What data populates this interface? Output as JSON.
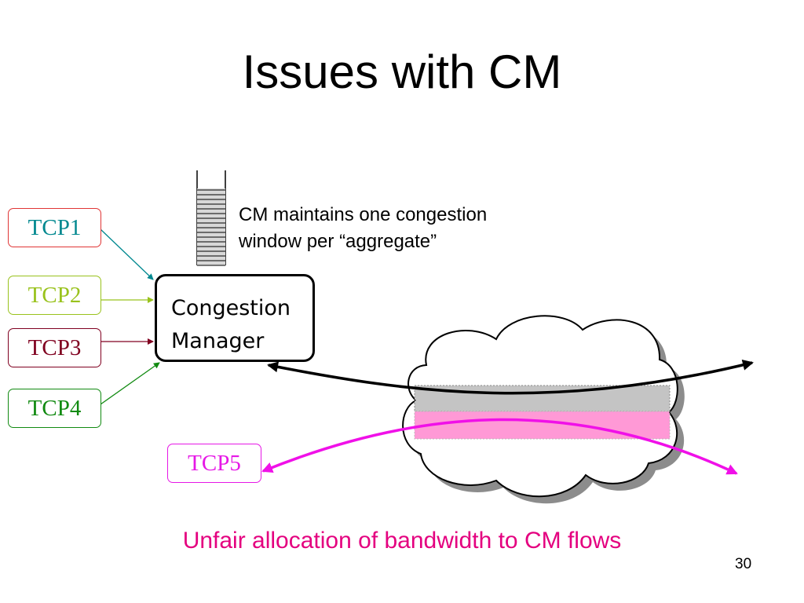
{
  "slide": {
    "title": "Issues with CM",
    "page_number": "30",
    "caption": "Unfair allocation of bandwidth to CM flows"
  },
  "flows": [
    {
      "label": "TCP1",
      "color": "#00888f"
    },
    {
      "label": "TCP2",
      "color": "#99c21c"
    },
    {
      "label": "TCP3",
      "color": "#800020"
    },
    {
      "label": "TCP4",
      "color": "#118a11"
    },
    {
      "label": "TCP5",
      "color": "#e617e6"
    }
  ],
  "congestion_manager": {
    "line1": "Congestion",
    "line2": "Manager"
  },
  "note": {
    "line1": "CM maintains one congestion",
    "line2": "window per “aggregate”"
  },
  "colors": {
    "caption": "#e4007f",
    "cm_flow_arrow": "#000000",
    "tcp5_flow_arrow": "#f010e8",
    "cm_band": "#c4c4c4",
    "tcp5_band": "#ff99d6"
  }
}
